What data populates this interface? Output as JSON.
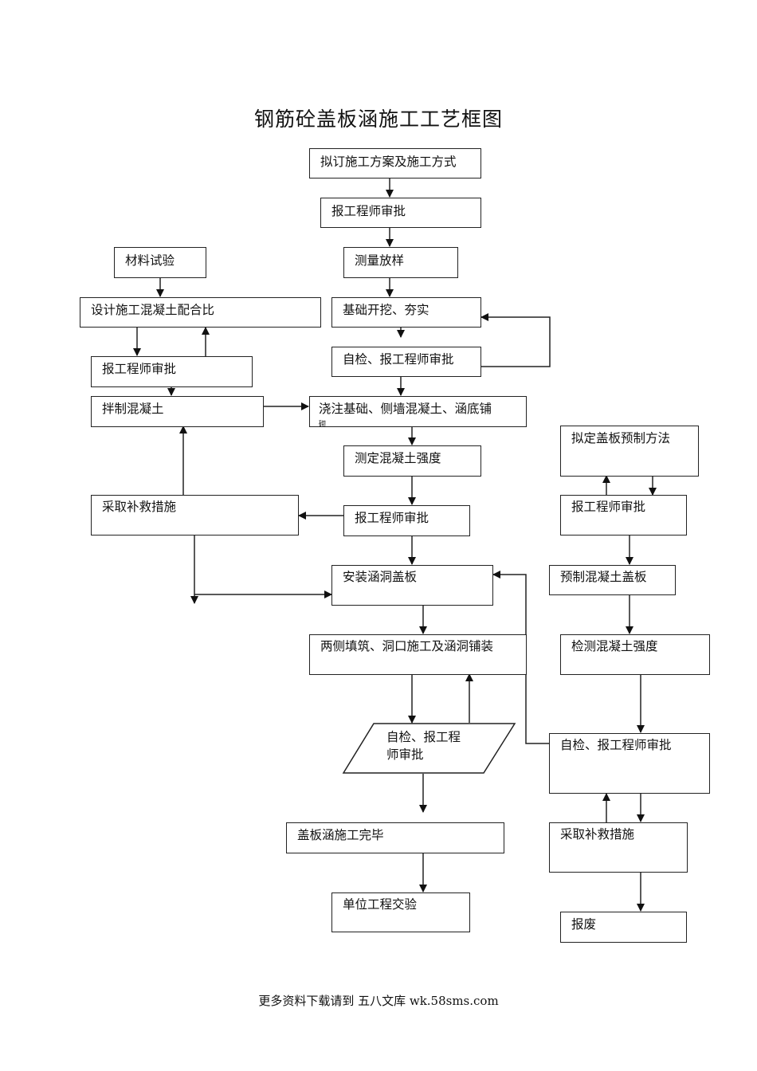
{
  "title": "钢筋砼盖板涵施工工艺框图",
  "nodes": {
    "n1": "拟订施工方案及施工方式",
    "n2": "报工程师审批",
    "n3": "测量放样",
    "n4": "基础开挖、夯实",
    "n5": "自检、报工程师审批",
    "n6": "浇注基础、侧墙混凝土、涵底铺",
    "n6_overflow": "砌",
    "n7": "测定混凝土强度",
    "n8": "报工程师审批",
    "n9": "安装涵洞盖板",
    "n10": "两侧填筑、洞口施工及涵洞铺装",
    "n11_line1": "自检、报工程",
    "n11_line2": "师审批",
    "n12": "盖板涵施工完毕",
    "n13": "单位工程交验",
    "l1": "材料试验",
    "l2": "设计施工混凝土配合比",
    "l3": "报工程师审批",
    "l4": "拌制混凝土",
    "l5": "采取补救措施",
    "r1": "拟定盖板预制方法",
    "r2": "报工程师审批",
    "r3": "预制混凝土盖板",
    "r4": "检测混凝土强度",
    "r5": "自检、报工程师审批",
    "r6": "采取补救措施",
    "r7": "报废"
  },
  "footer": "更多资料下载请到 五八文库 wk.58sms.com"
}
